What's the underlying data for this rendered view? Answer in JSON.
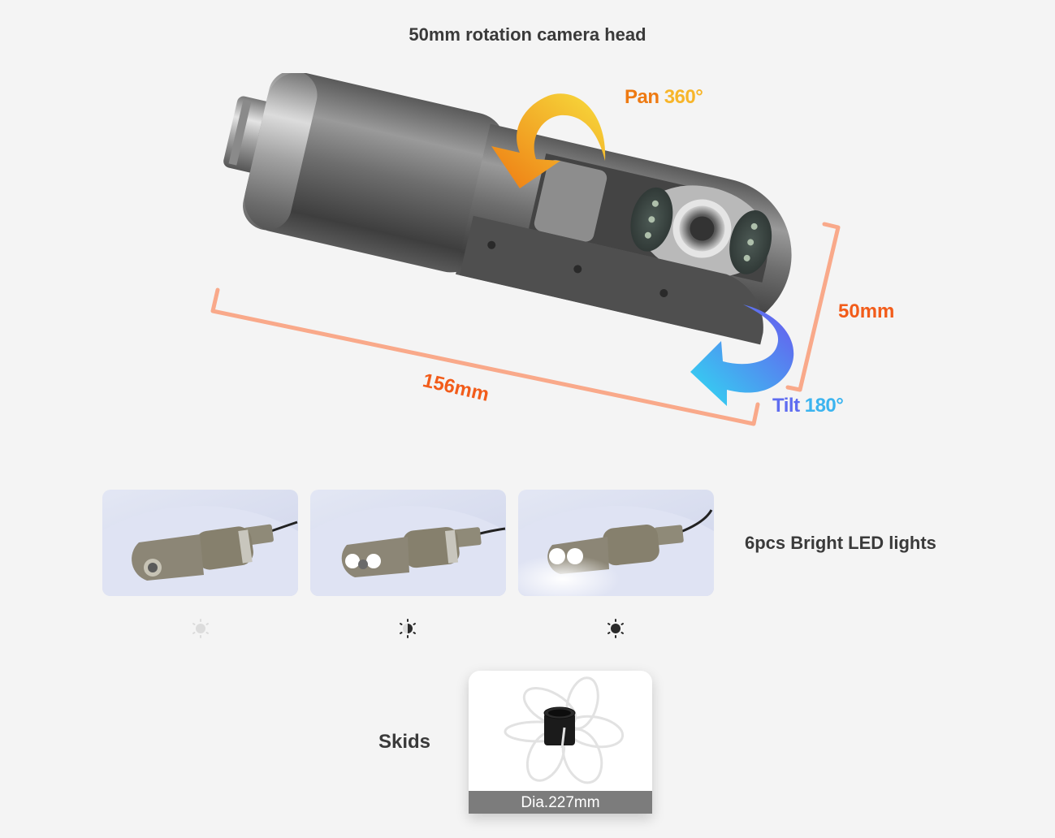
{
  "header": {
    "title": "50mm rotation camera head"
  },
  "hero": {
    "pan_label": {
      "word": "Pan",
      "value": "360°"
    },
    "tilt_label": {
      "word": "Tilt",
      "value": "180°"
    },
    "length_dimension": "156mm",
    "height_dimension": "50mm",
    "colors": {
      "dimension_line": "#f9a98a",
      "dimension_text": "#f25c1a",
      "pan_gradient": [
        "#ee7a12",
        "#f7d53a"
      ],
      "tilt_gradient": [
        "#5e5ff0",
        "#2fdcf2"
      ]
    }
  },
  "led_section": {
    "caption": "6pcs Bright LED lights",
    "thumbnails": [
      {
        "state": "off",
        "icon": "brightness-low-icon"
      },
      {
        "state": "medium",
        "icon": "brightness-half-icon"
      },
      {
        "state": "high",
        "icon": "brightness-full-icon"
      }
    ]
  },
  "skids_section": {
    "label": "Skids",
    "card_caption": "Dia.227mm"
  }
}
